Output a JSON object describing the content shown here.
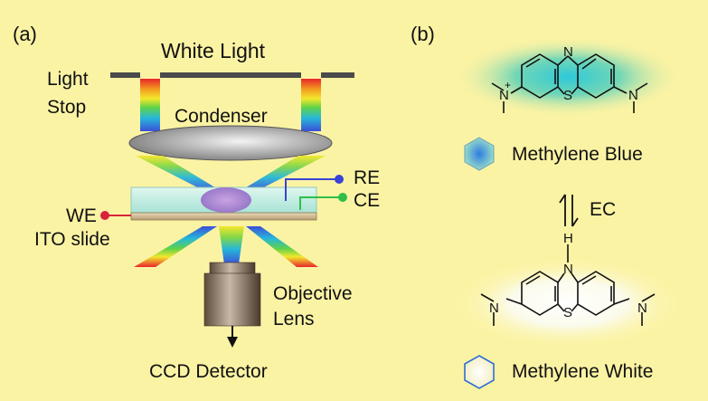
{
  "panel_a": {
    "label": "(a)",
    "white_light": "White Light",
    "light_stop_line1": "Light",
    "light_stop_line2": "Stop",
    "condenser": "Condenser",
    "re": "RE",
    "ce": "CE",
    "we": "WE",
    "ito_slide": "ITO slide",
    "objective_line1": "Objective",
    "objective_line2": "Lens",
    "ccd_detector": "CCD Detector"
  },
  "panel_b": {
    "label": "(b)",
    "methylene_blue": "Methylene Blue",
    "methylene_white": "Methylene White",
    "ec": "EC",
    "atoms": {
      "n": "N",
      "s": "S",
      "h": "H",
      "n_plus": "N",
      "plus": "+"
    }
  },
  "colors": {
    "background": "#fbf3a4",
    "re_electrode": "#3a43d6",
    "ce_electrode": "#2fbf4a",
    "we_electrode": "#d8243a",
    "methylene_blue_icon": "#2e7de0",
    "methylene_white_outline": "#2e6fd6"
  }
}
